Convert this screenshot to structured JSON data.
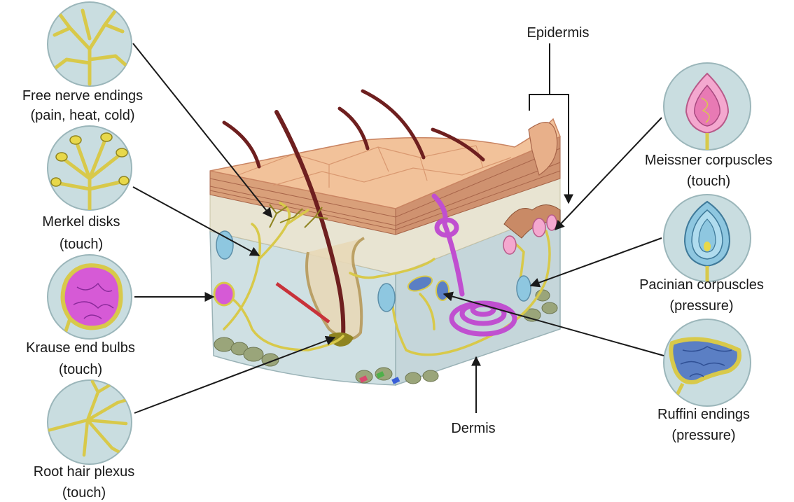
{
  "labels": {
    "free_nerve_endings": {
      "line1": "Free nerve endings",
      "line2": "(pain, heat, cold)"
    },
    "merkel_disks": {
      "line1": "Merkel disks",
      "line2": "(touch)"
    },
    "krause_end_bulbs": {
      "line1": "Krause end bulbs",
      "line2": "(touch)"
    },
    "root_hair_plexus": {
      "line1": "Root hair plexus",
      "line2": "(touch)"
    },
    "meissner_corpuscles": {
      "line1": "Meissner corpuscles",
      "line2": "(touch)"
    },
    "pacinian_corpuscles": {
      "line1": "Pacinian corpuscles",
      "line2": "(pressure)"
    },
    "ruffini_endings": {
      "line1": "Ruffini endings",
      "line2": "(pressure)"
    },
    "epidermis": "Epidermis",
    "dermis": "Dermis"
  },
  "colors": {
    "inset_bg": "#c9dde0",
    "inset_border": "#9bb6ba",
    "nerve": "#d8c94a",
    "nerve_dark": "#8f8420",
    "skin_surface": "#f2c29a",
    "skin_grid": "#d99870",
    "epidermis_layers": "#c98a66",
    "dermis_upper": "#e8e4d2",
    "dermis_lower": "#c5d6da",
    "hair": "#6e1f1f",
    "krause": "#d65ad6",
    "meissner": "#f4a8cf",
    "pacinian": "#8ec7e0",
    "ruffini": "#5b7fc4",
    "fat_cells": "#9aa57a",
    "arrow": "#1a1a1a"
  }
}
